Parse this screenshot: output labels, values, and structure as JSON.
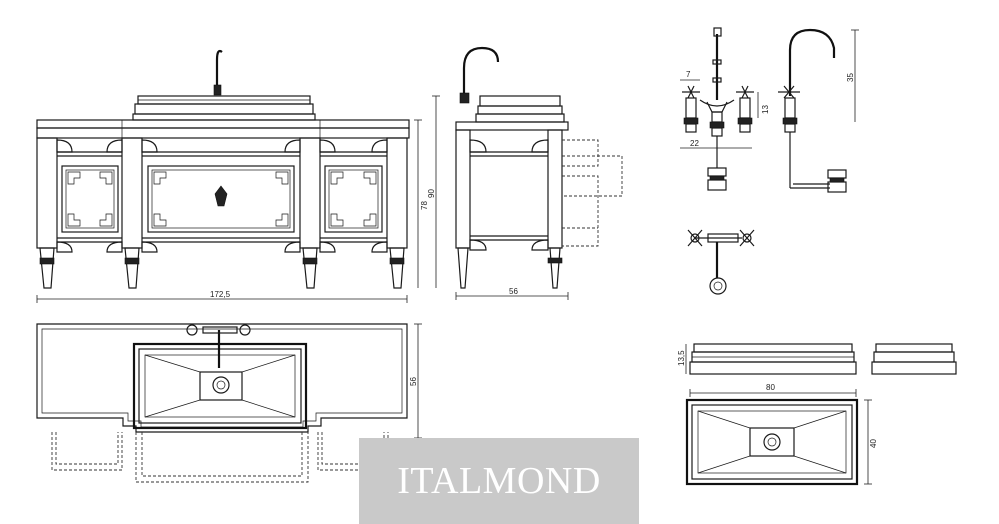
{
  "dimensions": {
    "width_front": "172,5",
    "height_total": "90",
    "height_body": "78",
    "depth_side": "56",
    "depth_top": "56",
    "faucet_height": "35",
    "faucet_spacing": "7",
    "faucet_offset": "13",
    "faucet_reach": "22",
    "basin_height": "13,5",
    "basin_width": "80",
    "basin_depth": "40"
  },
  "brand": {
    "name": "ITALMOND"
  }
}
